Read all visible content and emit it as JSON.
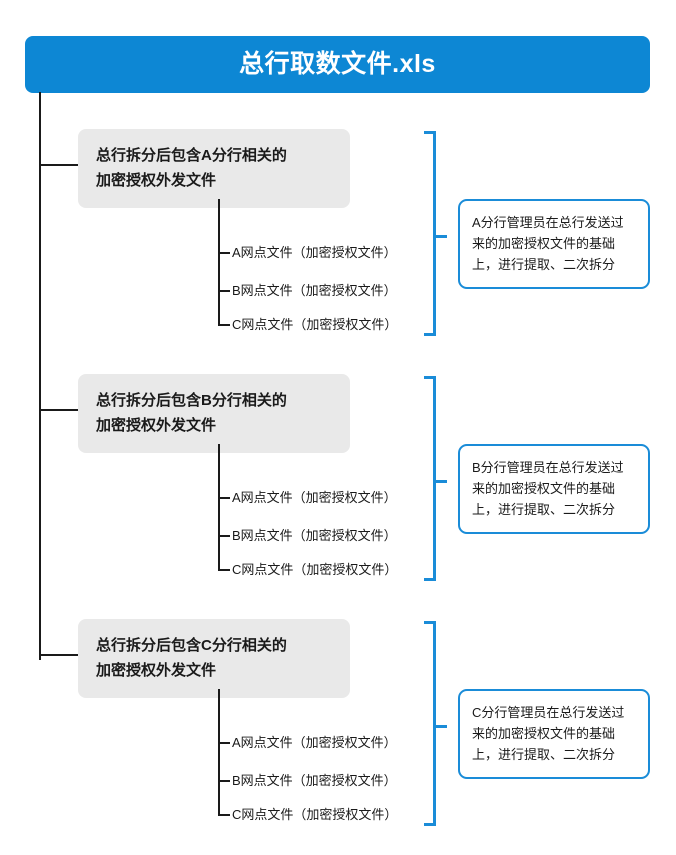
{
  "header": {
    "title": "总行取数文件.xls",
    "bg_color": "#0d87d4",
    "text_color": "#ffffff"
  },
  "theme": {
    "accent_blue": "#1a8cd8",
    "node_gray": "#e9e9e9",
    "line_black": "#1a1a1a",
    "page_bg": "#ffffff"
  },
  "groups": [
    {
      "node_line1": "总行拆分后包含A分行相关的",
      "node_line2": "加密授权外发文件",
      "leaves": [
        "A网点文件（加密授权文件）",
        "B网点文件（加密授权文件）",
        "C网点文件（加密授权文件）"
      ],
      "callout_line1": "A分行管理员在总行发送过",
      "callout_line2": "来的加密授权文件的基础",
      "callout_line3": "上，进行提取、二次拆分"
    },
    {
      "node_line1": "总行拆分后包含B分行相关的",
      "node_line2": "加密授权外发文件",
      "leaves": [
        "A网点文件（加密授权文件）",
        "B网点文件（加密授权文件）",
        "C网点文件（加密授权文件）"
      ],
      "callout_line1": "B分行管理员在总行发送过",
      "callout_line2": "来的加密授权文件的基础",
      "callout_line3": "上，进行提取、二次拆分"
    },
    {
      "node_line1": "总行拆分后包含C分行相关的",
      "node_line2": "加密授权外发文件",
      "leaves": [
        "A网点文件（加密授权文件）",
        "B网点文件（加密授权文件）",
        "C网点文件（加密授权文件）"
      ],
      "callout_line1": "C分行管理员在总行发送过",
      "callout_line2": "来的加密授权文件的基础",
      "callout_line3": "上，进行提取、二次拆分"
    }
  ]
}
